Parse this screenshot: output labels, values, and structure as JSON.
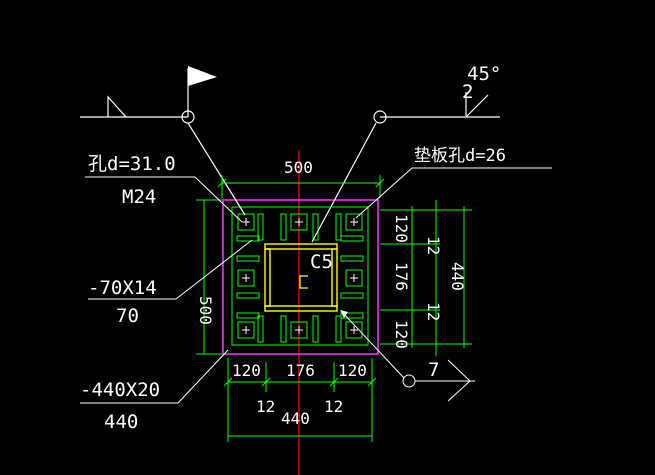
{
  "colors": {
    "background": "#000000",
    "plate_outline": "#ff33ff",
    "dimension": "#00ff00",
    "leader": "#ffffff",
    "centerline": "#ff0000",
    "stiffener": "#ffff00",
    "text": "#ffffff"
  },
  "labels": {
    "hole_d": "孔d=31.0",
    "bolt": "M24",
    "washer_hole": "垫板孔d=26",
    "stiffener_size": "-70X14",
    "stiffener_len": "70",
    "plate_size": "-440X20",
    "plate_len": "440",
    "weld_angle": "45°",
    "weld_size": "2",
    "weld_right": "7",
    "section": "C5"
  },
  "dims": {
    "top_width": "500",
    "left_height": "500",
    "right_120_top": "120",
    "right_176": "176",
    "right_120_bot": "120",
    "right_12_top": "12",
    "right_12_bot": "12",
    "right_440": "440",
    "bottom_120_left": "120",
    "bottom_176": "176",
    "bottom_120_right": "120",
    "bottom_12_left": "12",
    "bottom_440": "440",
    "bottom_12_right": "12"
  }
}
